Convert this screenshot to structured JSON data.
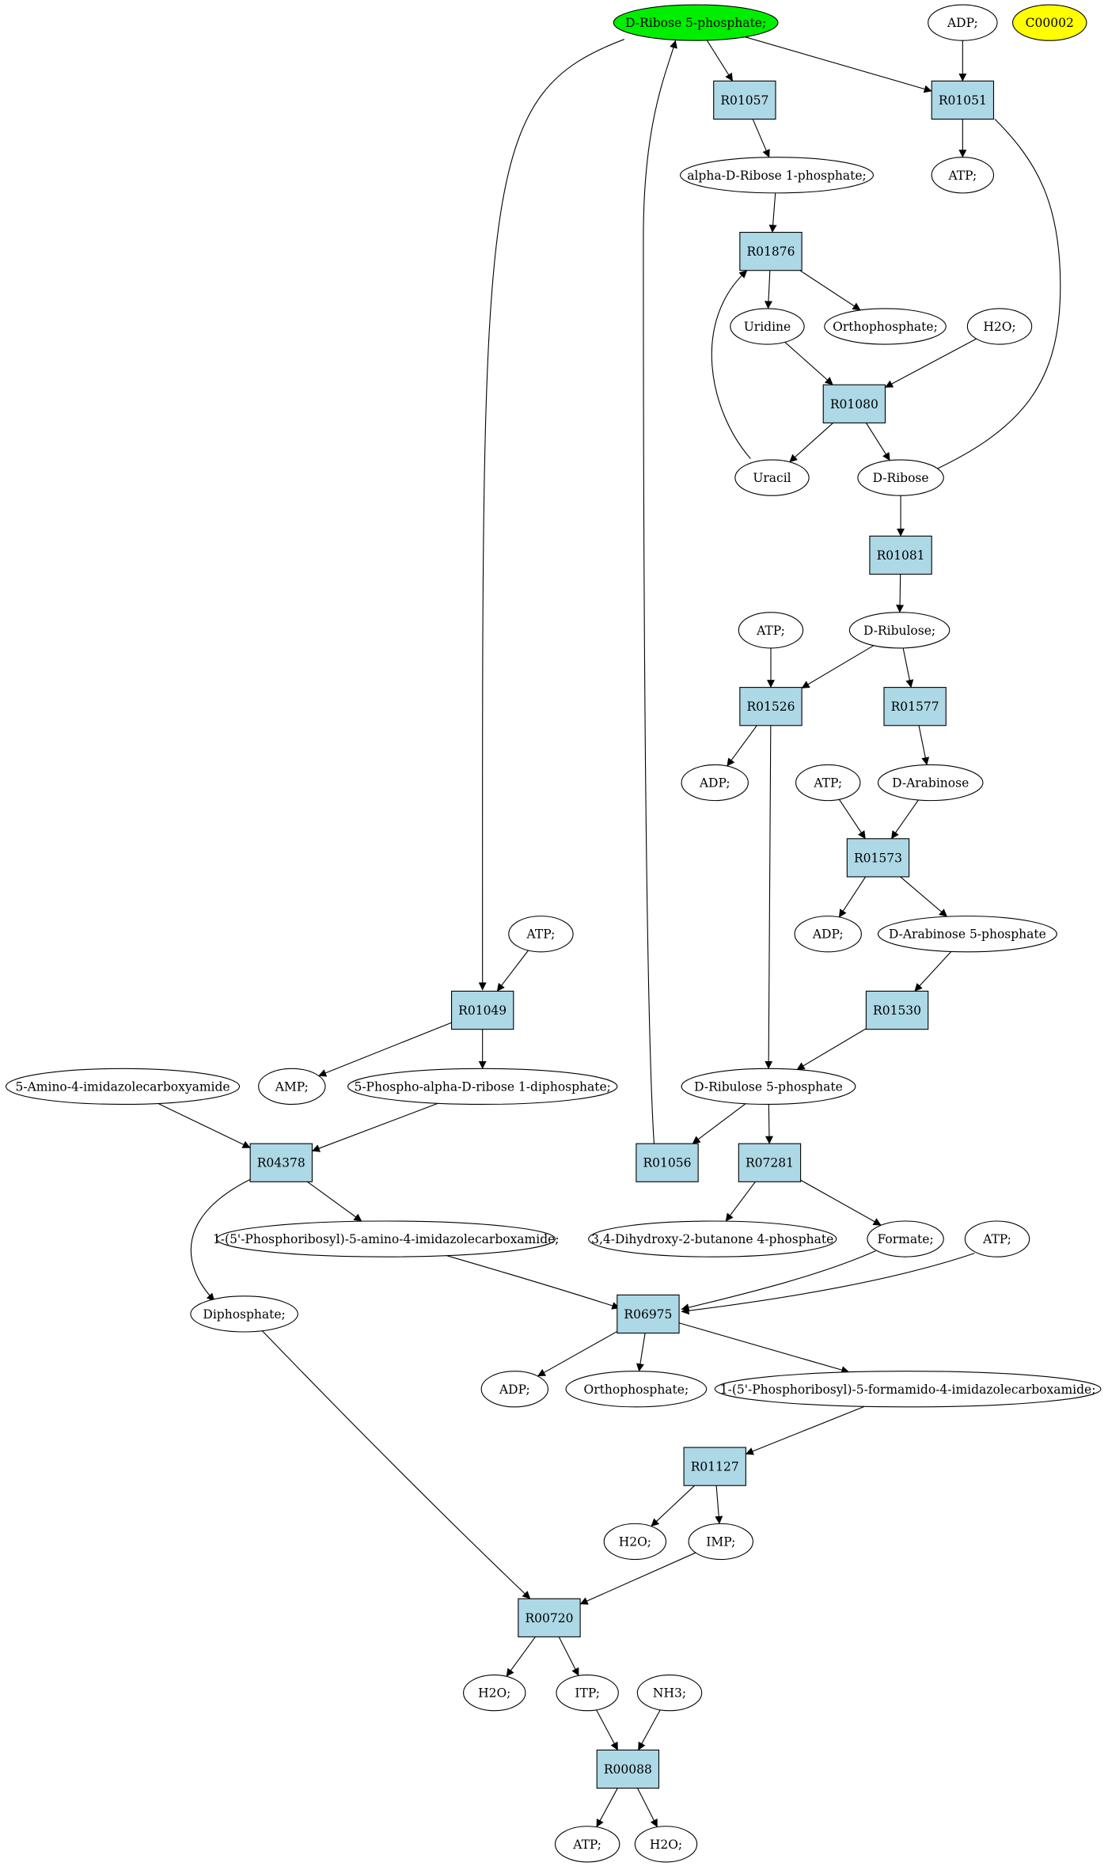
{
  "colors": {
    "reaction_fill": "#add8e6",
    "compound_fill": "#ffffff",
    "source_fill": "#00ee00",
    "highlight_fill": "#ffff00",
    "stroke": "#000000"
  },
  "nodes": [
    {
      "id": "dr5p",
      "label": "D-Ribose 5-phosphate;",
      "kind": "compound",
      "fill": "source"
    },
    {
      "id": "adp_top",
      "label": "ADP;",
      "kind": "compound"
    },
    {
      "id": "c00002",
      "label": "C00002",
      "kind": "compound",
      "fill": "highlight"
    },
    {
      "id": "r01057",
      "label": "R01057",
      "kind": "reaction"
    },
    {
      "id": "r01051",
      "label": "R01051",
      "kind": "reaction"
    },
    {
      "id": "adr1p",
      "label": "alpha-D-Ribose 1-phosphate;",
      "kind": "compound"
    },
    {
      "id": "atp_r01051",
      "label": "ATP;",
      "kind": "compound"
    },
    {
      "id": "r01876",
      "label": "R01876",
      "kind": "reaction"
    },
    {
      "id": "uridine",
      "label": "Uridine",
      "kind": "compound"
    },
    {
      "id": "orthop_a",
      "label": "Orthophosphate;",
      "kind": "compound"
    },
    {
      "id": "h2o_a",
      "label": "H2O;",
      "kind": "compound"
    },
    {
      "id": "r01080",
      "label": "R01080",
      "kind": "reaction"
    },
    {
      "id": "uracil",
      "label": "Uracil",
      "kind": "compound"
    },
    {
      "id": "dribose",
      "label": "D-Ribose",
      "kind": "compound"
    },
    {
      "id": "r01081",
      "label": "R01081",
      "kind": "reaction"
    },
    {
      "id": "atp_r01526",
      "label": "ATP;",
      "kind": "compound"
    },
    {
      "id": "dribulose",
      "label": "D-Ribulose;",
      "kind": "compound"
    },
    {
      "id": "r01526",
      "label": "R01526",
      "kind": "reaction"
    },
    {
      "id": "r01577",
      "label": "R01577",
      "kind": "reaction"
    },
    {
      "id": "adp_r01526",
      "label": "ADP;",
      "kind": "compound"
    },
    {
      "id": "atp_r01573",
      "label": "ATP;",
      "kind": "compound"
    },
    {
      "id": "darab",
      "label": "D-Arabinose",
      "kind": "compound"
    },
    {
      "id": "r01573",
      "label": "R01573",
      "kind": "reaction"
    },
    {
      "id": "adp_r01573",
      "label": "ADP;",
      "kind": "compound"
    },
    {
      "id": "darab5p",
      "label": "D-Arabinose 5-phosphate",
      "kind": "compound"
    },
    {
      "id": "r01530",
      "label": "R01530",
      "kind": "reaction"
    },
    {
      "id": "atp_r01049",
      "label": "ATP;",
      "kind": "compound"
    },
    {
      "id": "r01049",
      "label": "R01049",
      "kind": "reaction"
    },
    {
      "id": "aica",
      "label": "5-Amino-4-imidazolecarboxyamide",
      "kind": "compound"
    },
    {
      "id": "amp",
      "label": "AMP;",
      "kind": "compound"
    },
    {
      "id": "prpp",
      "label": "5-Phospho-alpha-D-ribose 1-diphosphate;",
      "kind": "compound"
    },
    {
      "id": "dru5p",
      "label": "D-Ribulose 5-phosphate",
      "kind": "compound"
    },
    {
      "id": "r04378",
      "label": "R04378",
      "kind": "reaction"
    },
    {
      "id": "r01056",
      "label": "R01056",
      "kind": "reaction"
    },
    {
      "id": "r07281",
      "label": "R07281",
      "kind": "reaction"
    },
    {
      "id": "aicar",
      "label": "1-(5'-Phosphoribosyl)-5-amino-4-imidazolecarboxamide;",
      "kind": "compound"
    },
    {
      "id": "dhbp",
      "label": "3,4-Dihydroxy-2-butanone 4-phosphate",
      "kind": "compound"
    },
    {
      "id": "formate",
      "label": "Formate;",
      "kind": "compound"
    },
    {
      "id": "atp_r06975",
      "label": "ATP;",
      "kind": "compound"
    },
    {
      "id": "ppi",
      "label": "Diphosphate;",
      "kind": "compound"
    },
    {
      "id": "r06975",
      "label": "R06975",
      "kind": "reaction"
    },
    {
      "id": "adp_r06975",
      "label": "ADP;",
      "kind": "compound"
    },
    {
      "id": "orthop_b",
      "label": "Orthophosphate;",
      "kind": "compound"
    },
    {
      "id": "faicar",
      "label": "1-(5'-Phosphoribosyl)-5-formamido-4-imidazolecarboxamide;",
      "kind": "compound"
    },
    {
      "id": "r01127",
      "label": "R01127",
      "kind": "reaction"
    },
    {
      "id": "h2o_b",
      "label": "H2O;",
      "kind": "compound"
    },
    {
      "id": "imp",
      "label": "IMP;",
      "kind": "compound"
    },
    {
      "id": "r00720",
      "label": "R00720",
      "kind": "reaction"
    },
    {
      "id": "h2o_c",
      "label": "H2O;",
      "kind": "compound"
    },
    {
      "id": "itp",
      "label": "ITP;",
      "kind": "compound"
    },
    {
      "id": "nh3",
      "label": "NH3;",
      "kind": "compound"
    },
    {
      "id": "r00088",
      "label": "R00088",
      "kind": "reaction"
    },
    {
      "id": "atp_r00088",
      "label": "ATP;",
      "kind": "compound"
    },
    {
      "id": "h2o_d",
      "label": "H2O;",
      "kind": "compound"
    }
  ],
  "edges": [
    {
      "from": "dr5p",
      "to": "r01057"
    },
    {
      "from": "dr5p",
      "to": "r01051"
    },
    {
      "from": "dr5p",
      "to": "r01049"
    },
    {
      "from": "adp_top",
      "to": "r01051"
    },
    {
      "from": "r01051",
      "to": "atp_r01051"
    },
    {
      "from": "r01051",
      "to": "dribose"
    },
    {
      "from": "r01057",
      "to": "adr1p"
    },
    {
      "from": "adr1p",
      "to": "r01876"
    },
    {
      "from": "r01876",
      "to": "uridine"
    },
    {
      "from": "r01876",
      "to": "orthop_a"
    },
    {
      "from": "uridine",
      "to": "r01080"
    },
    {
      "from": "h2o_a",
      "to": "r01080"
    },
    {
      "from": "r01080",
      "to": "uracil"
    },
    {
      "from": "r01080",
      "to": "dribose"
    },
    {
      "from": "uracil",
      "to": "r01876"
    },
    {
      "from": "dribose",
      "to": "r01081"
    },
    {
      "from": "r01081",
      "to": "dribulose"
    },
    {
      "from": "atp_r01526",
      "to": "r01526"
    },
    {
      "from": "dribulose",
      "to": "r01526"
    },
    {
      "from": "dribulose",
      "to": "r01577"
    },
    {
      "from": "r01526",
      "to": "adp_r01526"
    },
    {
      "from": "r01526",
      "to": "dru5p"
    },
    {
      "from": "r01577",
      "to": "darab"
    },
    {
      "from": "atp_r01573",
      "to": "r01573"
    },
    {
      "from": "darab",
      "to": "r01573"
    },
    {
      "from": "r01573",
      "to": "adp_r01573"
    },
    {
      "from": "r01573",
      "to": "darab5p"
    },
    {
      "from": "darab5p",
      "to": "r01530"
    },
    {
      "from": "r01530",
      "to": "dru5p"
    },
    {
      "from": "dru5p",
      "to": "r01056"
    },
    {
      "from": "dru5p",
      "to": "r07281"
    },
    {
      "from": "r01056",
      "to": "dr5p"
    },
    {
      "from": "atp_r01049",
      "to": "r01049"
    },
    {
      "from": "r01049",
      "to": "amp"
    },
    {
      "from": "r01049",
      "to": "prpp"
    },
    {
      "from": "aica",
      "to": "r04378"
    },
    {
      "from": "prpp",
      "to": "r04378"
    },
    {
      "from": "r04378",
      "to": "aicar"
    },
    {
      "from": "r04378",
      "to": "ppi"
    },
    {
      "from": "r07281",
      "to": "dhbp"
    },
    {
      "from": "r07281",
      "to": "formate"
    },
    {
      "from": "aicar",
      "to": "r06975"
    },
    {
      "from": "formate",
      "to": "r06975"
    },
    {
      "from": "atp_r06975",
      "to": "r06975"
    },
    {
      "from": "r06975",
      "to": "adp_r06975"
    },
    {
      "from": "r06975",
      "to": "orthop_b"
    },
    {
      "from": "r06975",
      "to": "faicar"
    },
    {
      "from": "faicar",
      "to": "r01127"
    },
    {
      "from": "r01127",
      "to": "h2o_b"
    },
    {
      "from": "r01127",
      "to": "imp"
    },
    {
      "from": "ppi",
      "to": "r00720"
    },
    {
      "from": "imp",
      "to": "r00720"
    },
    {
      "from": "r00720",
      "to": "h2o_c"
    },
    {
      "from": "r00720",
      "to": "itp"
    },
    {
      "from": "itp",
      "to": "r00088"
    },
    {
      "from": "nh3",
      "to": "r00088"
    },
    {
      "from": "r00088",
      "to": "atp_r00088"
    },
    {
      "from": "r00088",
      "to": "h2o_d"
    }
  ]
}
